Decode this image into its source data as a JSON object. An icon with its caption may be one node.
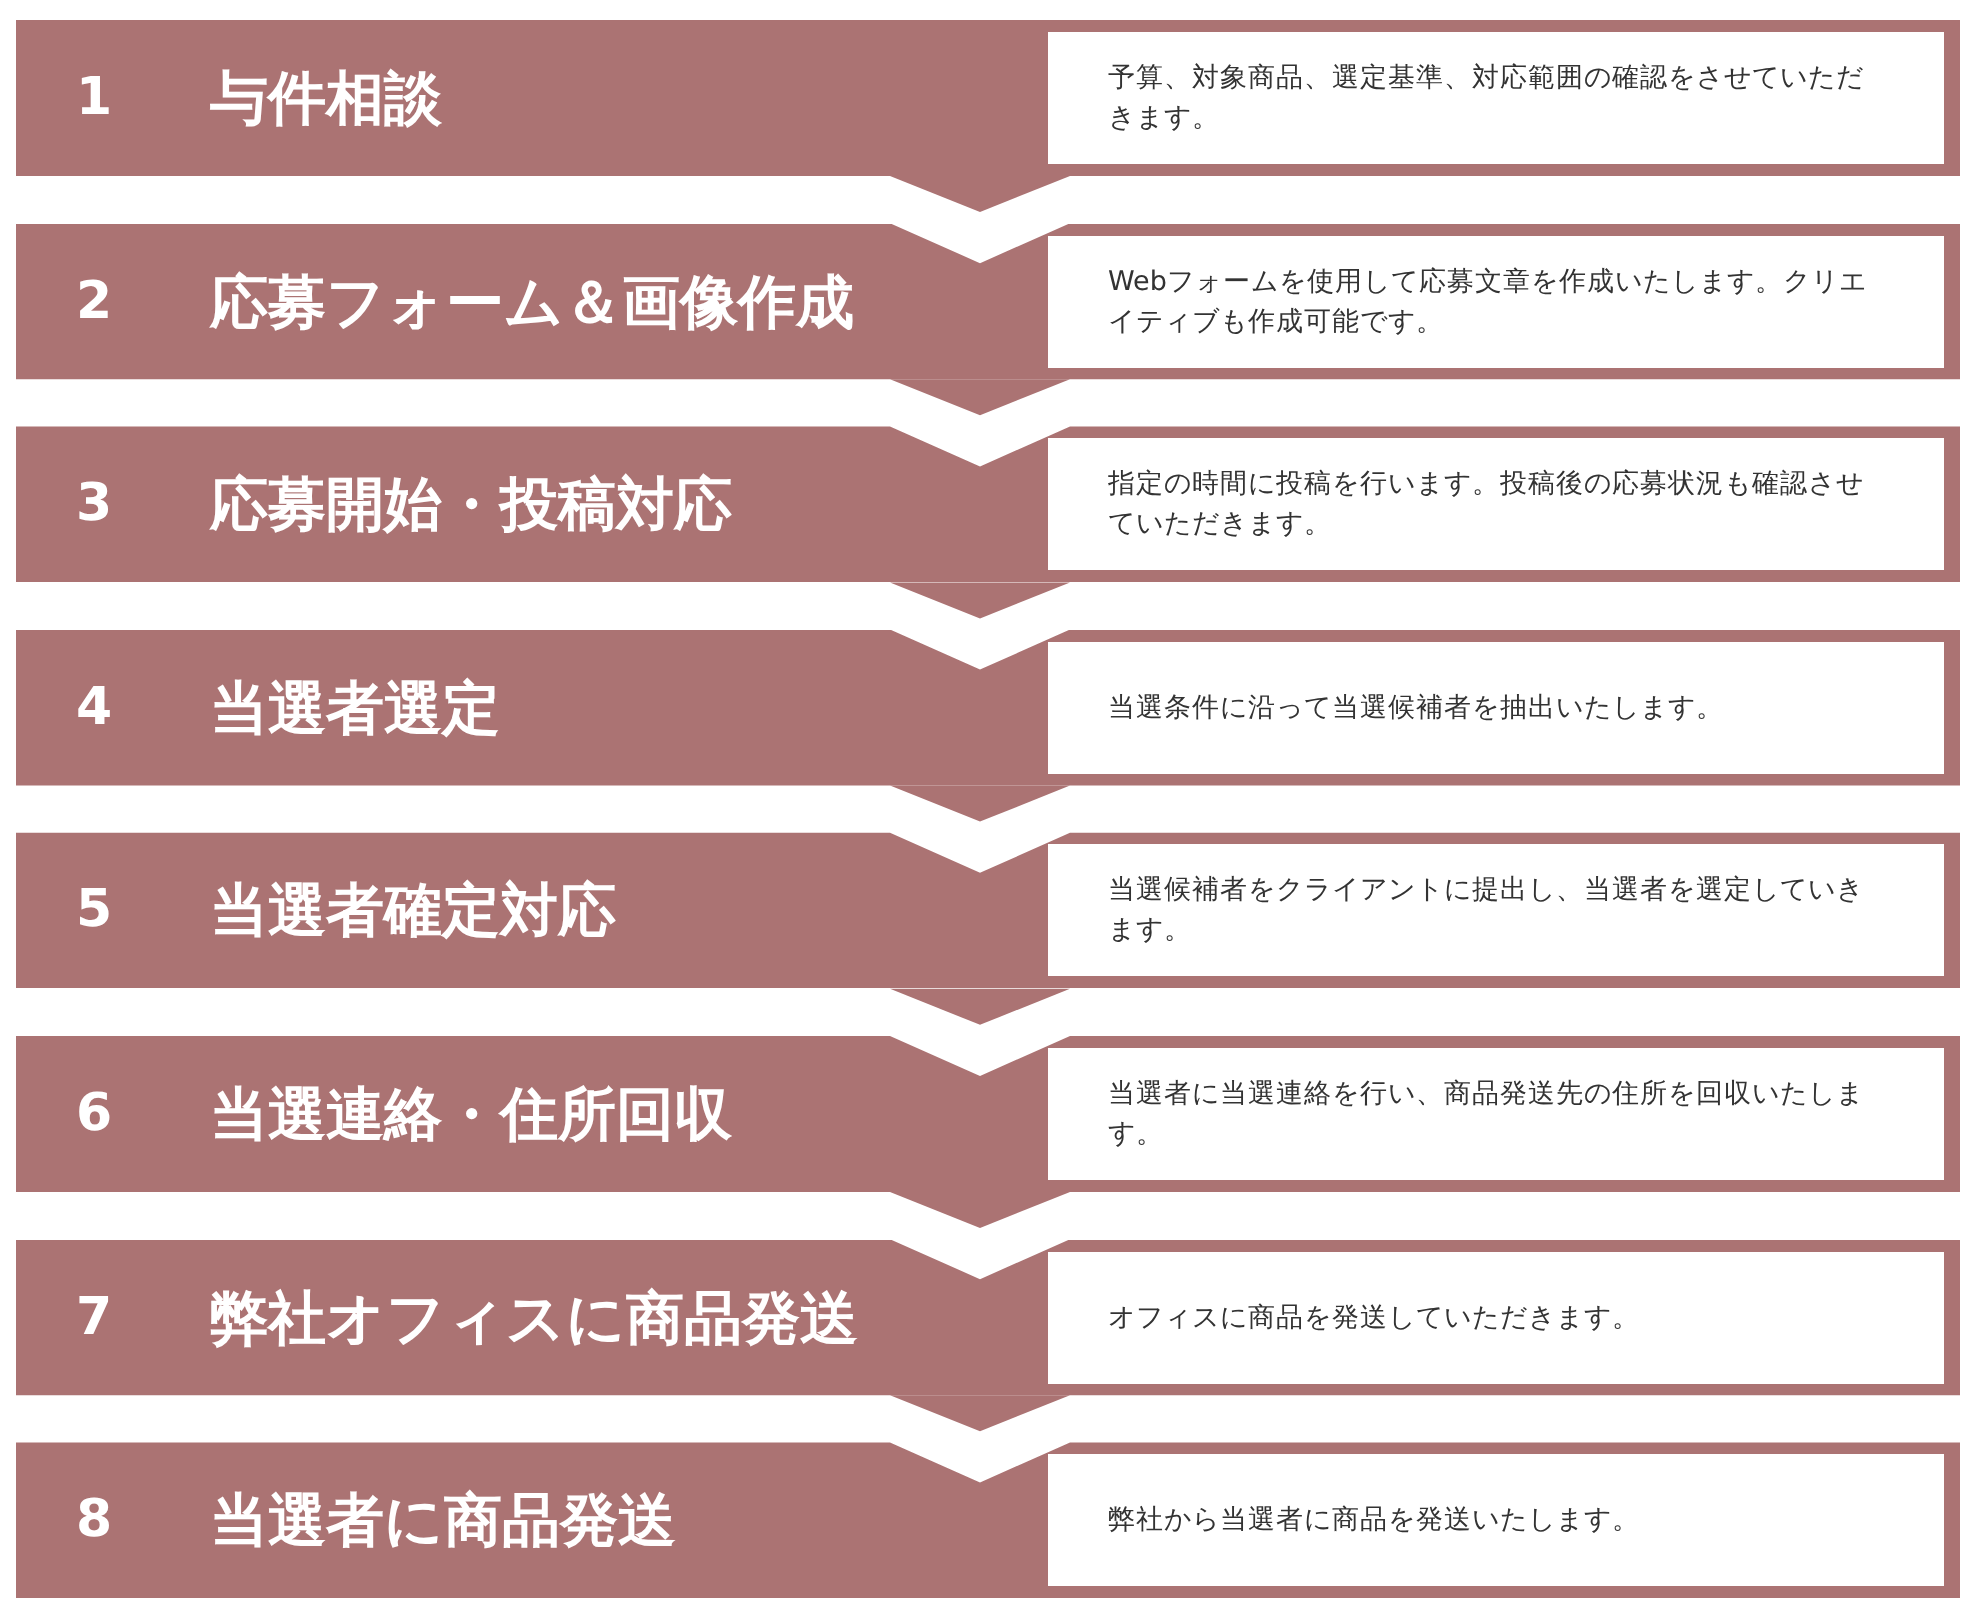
{
  "diagram": {
    "nodes": [
      {
        "text": [
          "1",
          "与件相談"
        ]
      },
      {
        "text": [
          "予算、対象商品、選定基準、対応範囲の確認をさせていただきます。"
        ],
        "in": 0
      },
      {
        "text": [
          "2",
          "応募フォーム＆画像作成"
        ]
      },
      {
        "text": [
          "Webフォームを使用して応募文章を作成いたします。クリエイティブも作成可能です。"
        ],
        "in": 2
      },
      {
        "text": [
          "3",
          "応募開始・投稿対応"
        ]
      },
      {
        "text": [
          "指定の時間に投稿を行います。投稿後の応募状況も確認させていただきます。"
        ],
        "in": 4
      },
      {
        "text": [
          "4",
          "当選者選定"
        ]
      },
      {
        "text": [
          "当選条件に沿って当選候補者を抽出いたします。"
        ],
        "in": 6
      },
      {
        "text": [
          "5",
          "当選者確定対応"
        ]
      },
      {
        "text": [
          "当選候補者をクライアントに提出し、当選者を選定していきます。"
        ],
        "in": 8
      },
      {
        "text": [
          "6",
          "当選連絡・住所回収"
        ]
      },
      {
        "text": [
          "当選者に当選連絡を行い、商品発送先の住所を回収いたします。"
        ],
        "in": 10
      },
      {
        "text": [
          "7",
          "弊社オフィスに商品発送"
        ]
      },
      {
        "text": [
          "オフィスに商品を発送していただきます。"
        ],
        "in": 12
      },
      {
        "text": [
          "8",
          "当選者に商品発送"
        ]
      },
      {
        "text": [
          "弊社から当選者に商品を発送いたします。"
        ],
        "in": 14
      }
    ],
    "edges": [
      {
        "from": 0,
        "to": 2,
        "arrow": "to"
      },
      {
        "from": 2,
        "to": 4,
        "arrow": "to"
      },
      {
        "from": 4,
        "to": 6,
        "arrow": "to"
      },
      {
        "from": 6,
        "to": 8,
        "arrow": "to"
      },
      {
        "from": 8,
        "to": 10,
        "arrow": "to"
      },
      {
        "from": 10,
        "to": 12,
        "arrow": "to"
      },
      {
        "from": 12,
        "to": 14,
        "arrow": "to"
      }
    ]
  }
}
